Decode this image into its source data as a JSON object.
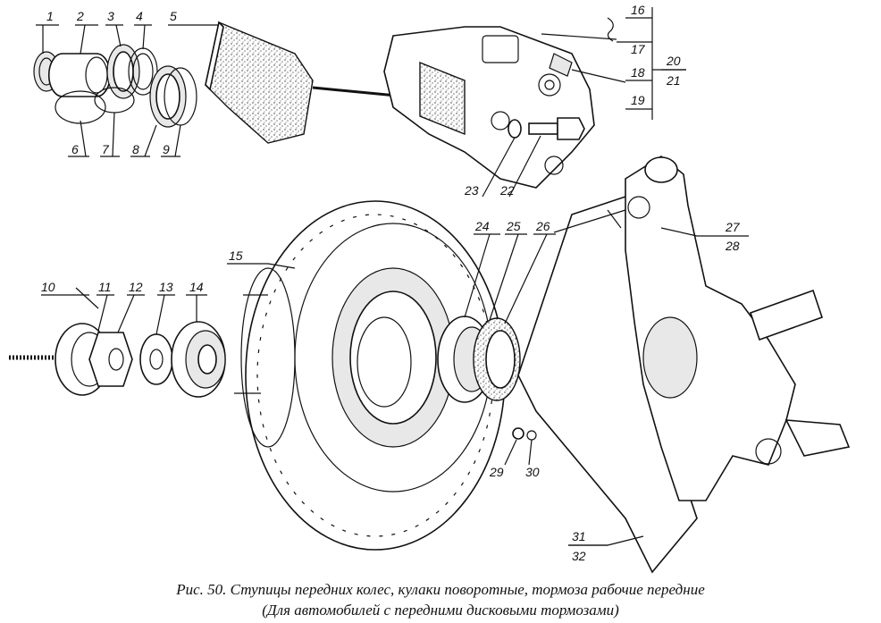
{
  "figure": {
    "caption_line1": "Рис. 50. Ступицы передних колес, кулаки поворотные, тормоза рабочие передние",
    "caption_line2": "(Для автомобилей с передними дисковыми тормозами)"
  },
  "callouts": [
    "1",
    "2",
    "3",
    "4",
    "5",
    "6",
    "7",
    "8",
    "9",
    "10",
    "11",
    "12",
    "13",
    "14",
    "15",
    "16",
    "17",
    "18",
    "19",
    "20",
    "21",
    "22",
    "23",
    "24",
    "25",
    "26",
    "27",
    "28",
    "29",
    "30",
    "31",
    "32"
  ]
}
